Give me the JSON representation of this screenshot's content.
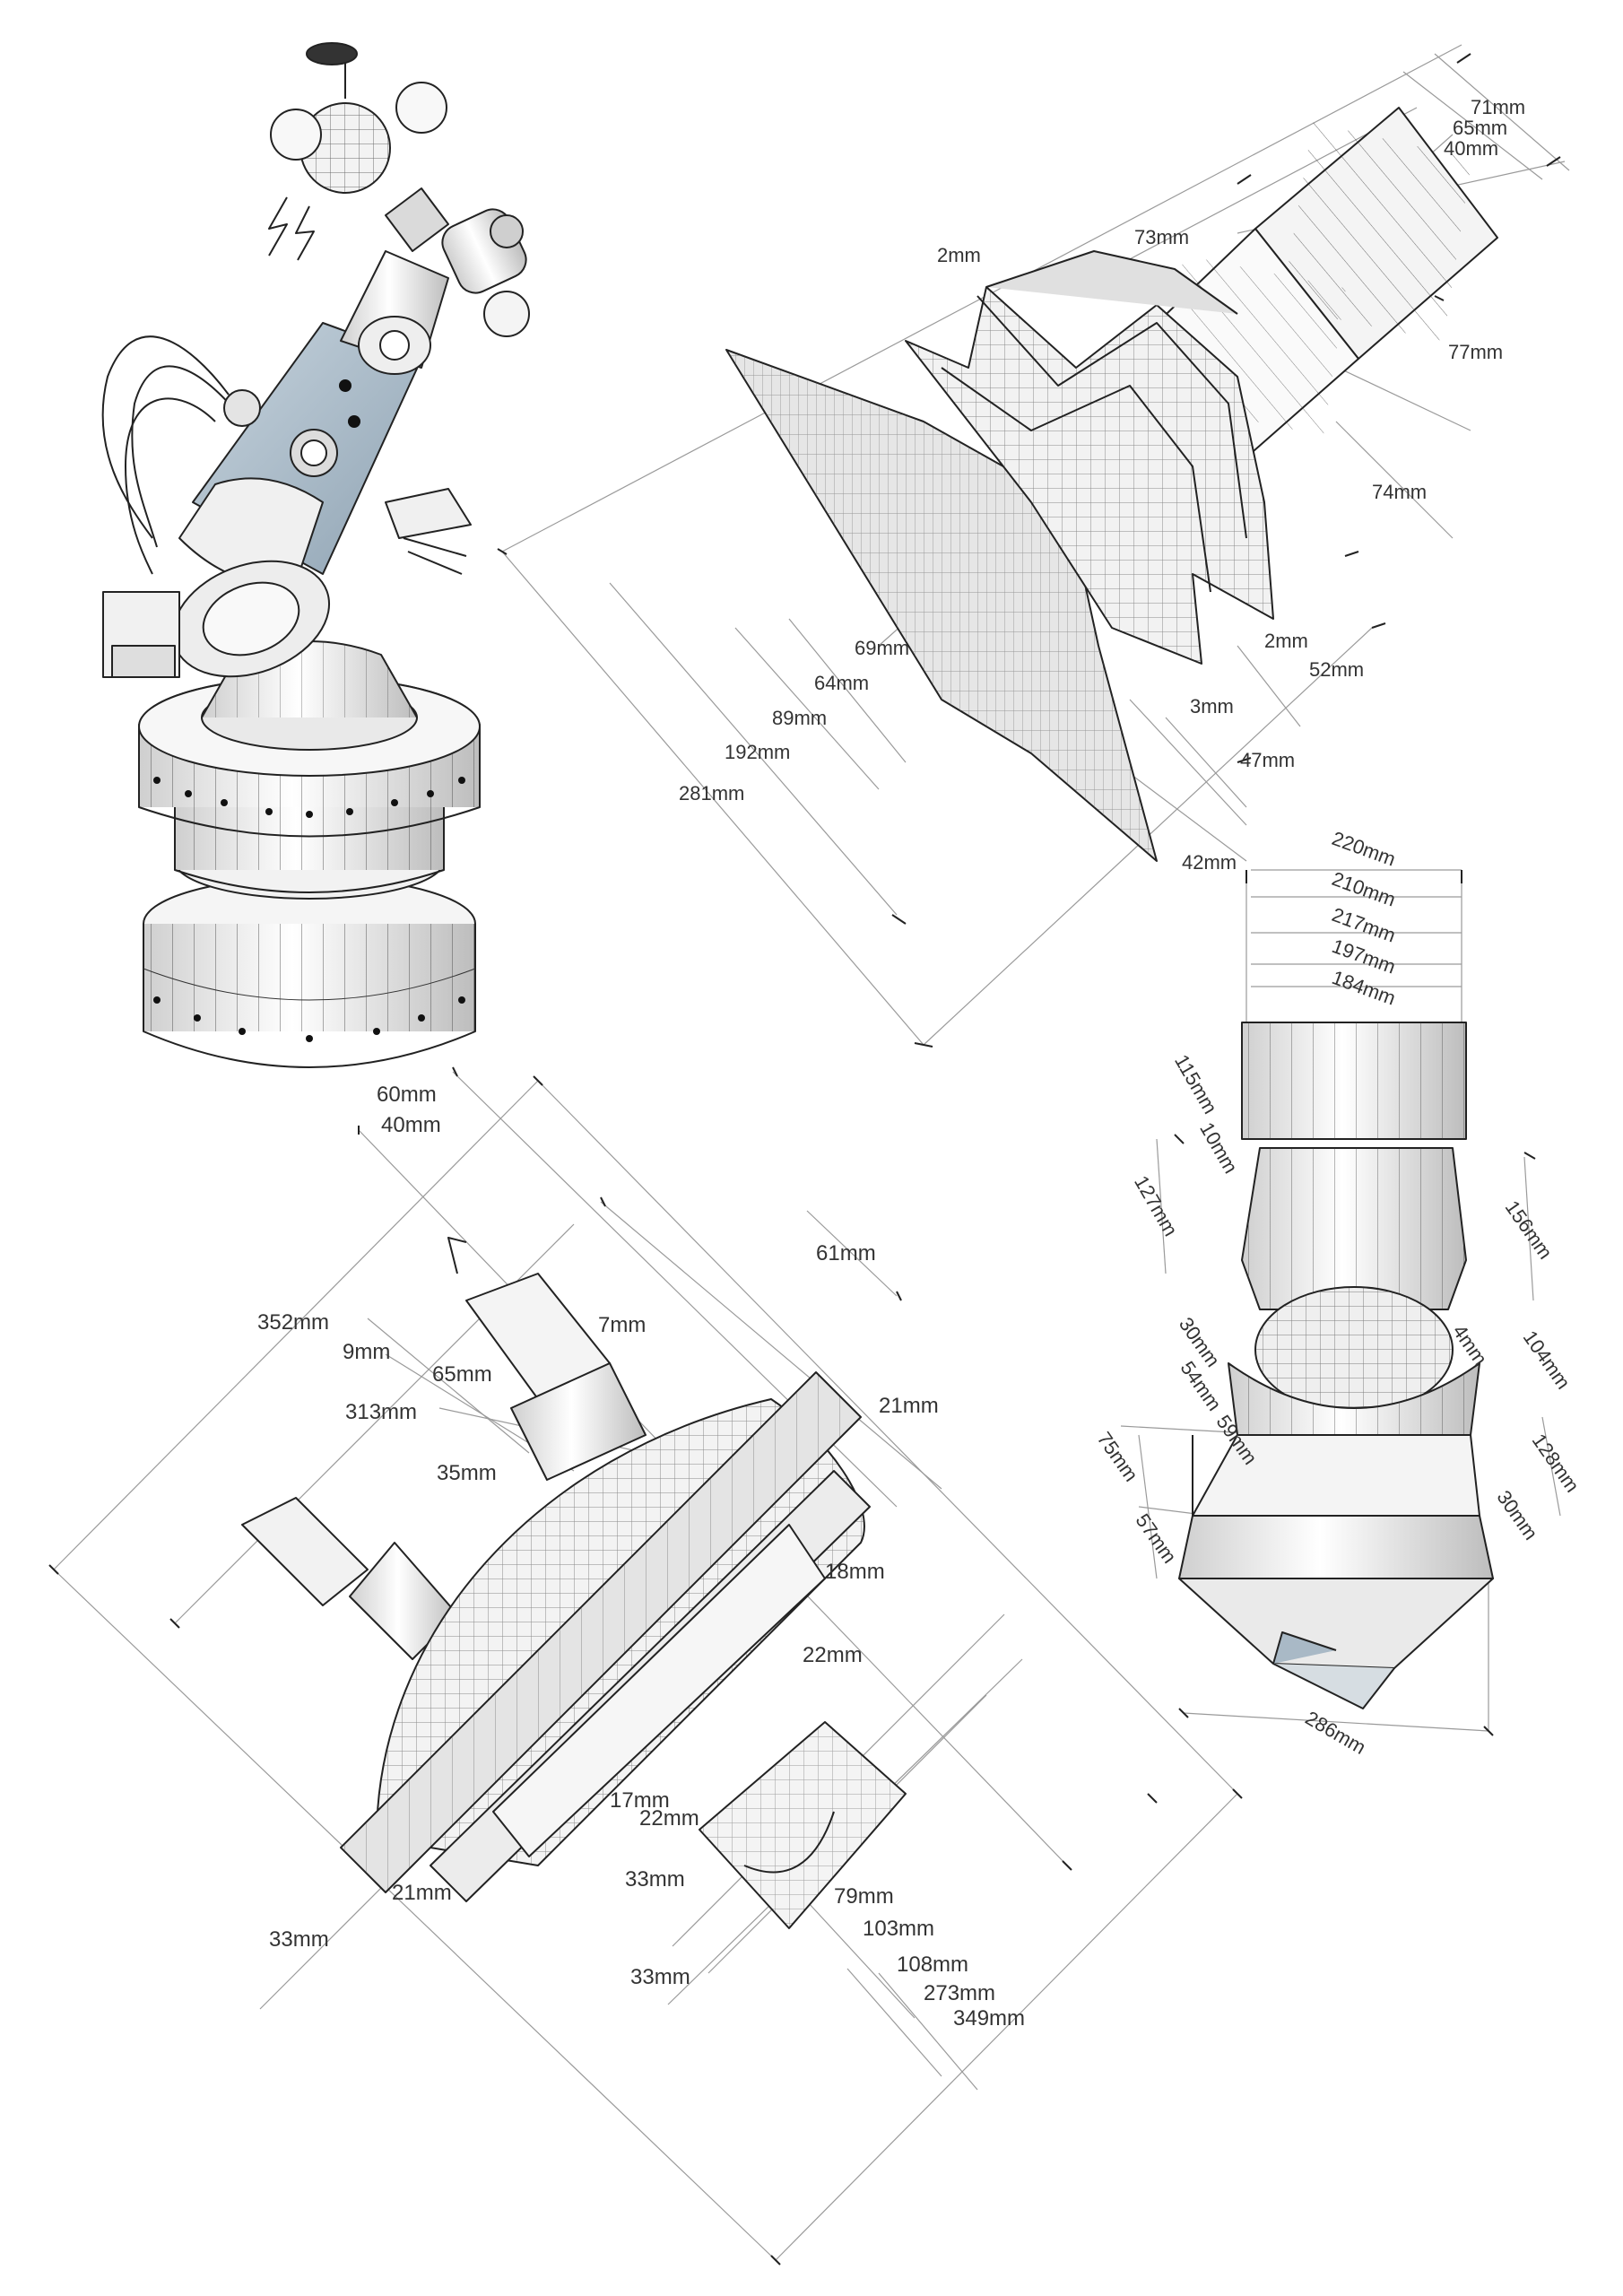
{
  "top_right": {
    "labels": [
      "71mm",
      "65mm",
      "40mm",
      "73mm",
      "2mm",
      "77mm",
      "74mm",
      "69mm",
      "64mm",
      "89mm",
      "192mm",
      "281mm",
      "2mm",
      "52mm",
      "3mm",
      "47mm",
      "42mm"
    ]
  },
  "right": {
    "labels": [
      "220mm",
      "210mm",
      "217mm",
      "197mm",
      "184mm",
      "115mm",
      "10mm",
      "127mm",
      "156mm",
      "30mm",
      "4mm",
      "104mm",
      "54mm",
      "59mm",
      "75mm",
      "57mm",
      "128mm",
      "30mm",
      "286mm"
    ]
  },
  "bottom_left": {
    "labels": [
      "60mm",
      "40mm",
      "61mm",
      "352mm",
      "9mm",
      "7mm",
      "65mm",
      "313mm",
      "21mm",
      "35mm",
      "18mm",
      "22mm",
      "17mm",
      "22mm",
      "33mm",
      "79mm",
      "21mm",
      "33mm",
      "103mm",
      "108mm",
      "33mm",
      "273mm",
      "349mm"
    ]
  },
  "colors": {
    "line": "#222222",
    "dimension": "#9a9a9a",
    "shade_blue": "#a9b9c6",
    "shade_grey": "#d4d4d4"
  }
}
